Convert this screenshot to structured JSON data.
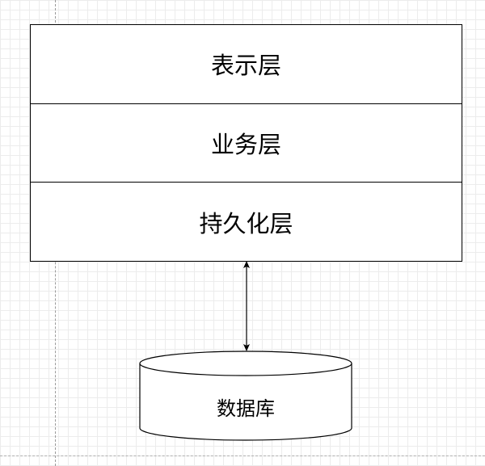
{
  "layers": [
    {
      "label": "表示层"
    },
    {
      "label": "业务层"
    },
    {
      "label": "持久化层"
    }
  ],
  "database": {
    "label": "数据库"
  },
  "connector": {
    "type": "bidirectional-arrow"
  },
  "colors": {
    "stroke": "#000000",
    "fill": "#ffffff",
    "grid": "#ececec",
    "guide": "#9a9a9a"
  }
}
